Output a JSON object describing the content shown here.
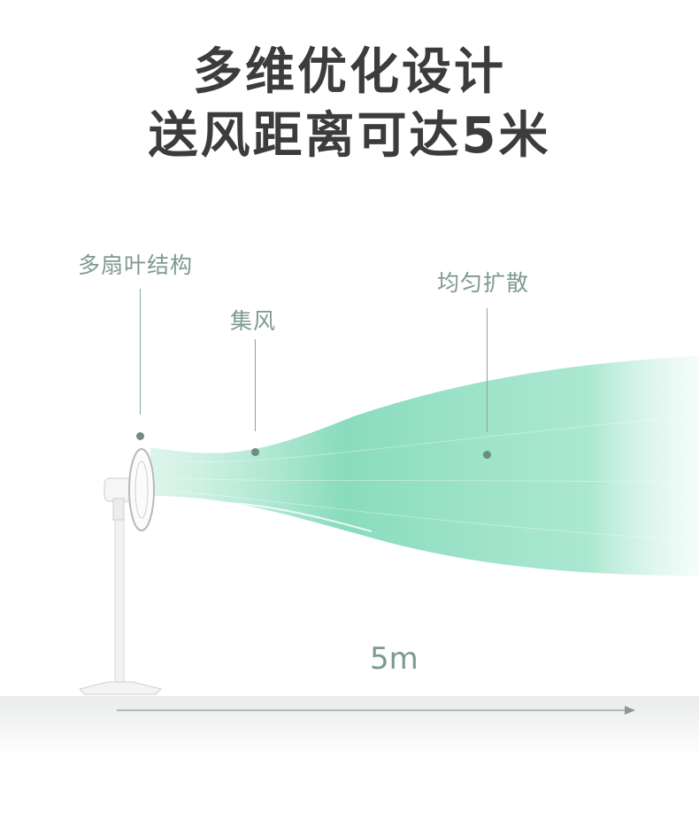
{
  "headline": {
    "line1": "多维优化设计",
    "line2": "送风距离可达5米"
  },
  "callouts": {
    "multi_blade": "多扇叶结构",
    "focus": "集风",
    "even_spread": "均匀扩散"
  },
  "distance_label": "5m",
  "colors": {
    "headline": "#3c3c3c",
    "accent": "#7e9a8d",
    "airflow": "#5fcfa6"
  },
  "icons": [
    "standing-fan",
    "arrow-right-icon"
  ]
}
